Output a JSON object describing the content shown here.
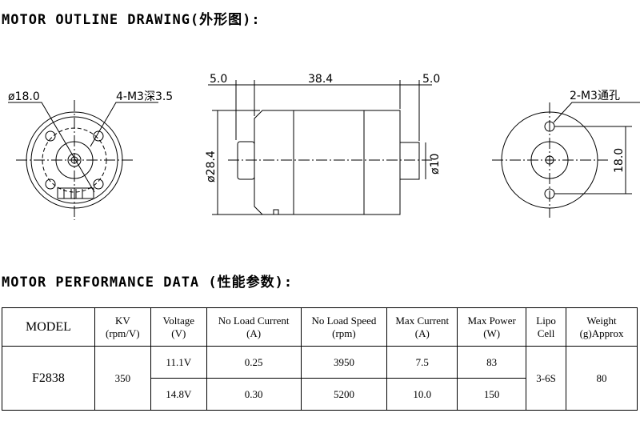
{
  "titles": {
    "outline": "MOTOR OUTLINE DRAWING(外形图):",
    "performance": "MOTOR PERFORMANCE DATA (性能参数):"
  },
  "drawing": {
    "front_dia": "ø18.0",
    "front_holes": "4-M3深3.5",
    "len_left": "5.0",
    "len_body": "38.4",
    "len_right": "5.0",
    "body_dia": "ø28.4",
    "shaft_dia": "ø10",
    "rear_holes": "2-M3通孔",
    "rear_dim": "18.0"
  },
  "table": {
    "headers": [
      [
        "MODEL"
      ],
      [
        "KV",
        "(rpm/V)"
      ],
      [
        "Voltage",
        "(V)"
      ],
      [
        "No Load Current",
        "(A)"
      ],
      [
        "No Load Speed",
        "(rpm)"
      ],
      [
        "Max Current",
        "(A)"
      ],
      [
        "Max Power",
        "(W)"
      ],
      [
        "Lipo",
        "Cell"
      ],
      [
        "Weight",
        "(g)Approx"
      ]
    ],
    "model": "F2838",
    "kv": "350",
    "lipo": "3-6S",
    "weight": "80",
    "rows": [
      {
        "voltage": "11.1V",
        "no_load_current": "0.25",
        "no_load_speed": "3950",
        "max_current": "7.5",
        "max_power": "83"
      },
      {
        "voltage": "14.8V",
        "no_load_current": "0.30",
        "no_load_speed": "5200",
        "max_current": "10.0",
        "max_power": "150"
      }
    ]
  }
}
